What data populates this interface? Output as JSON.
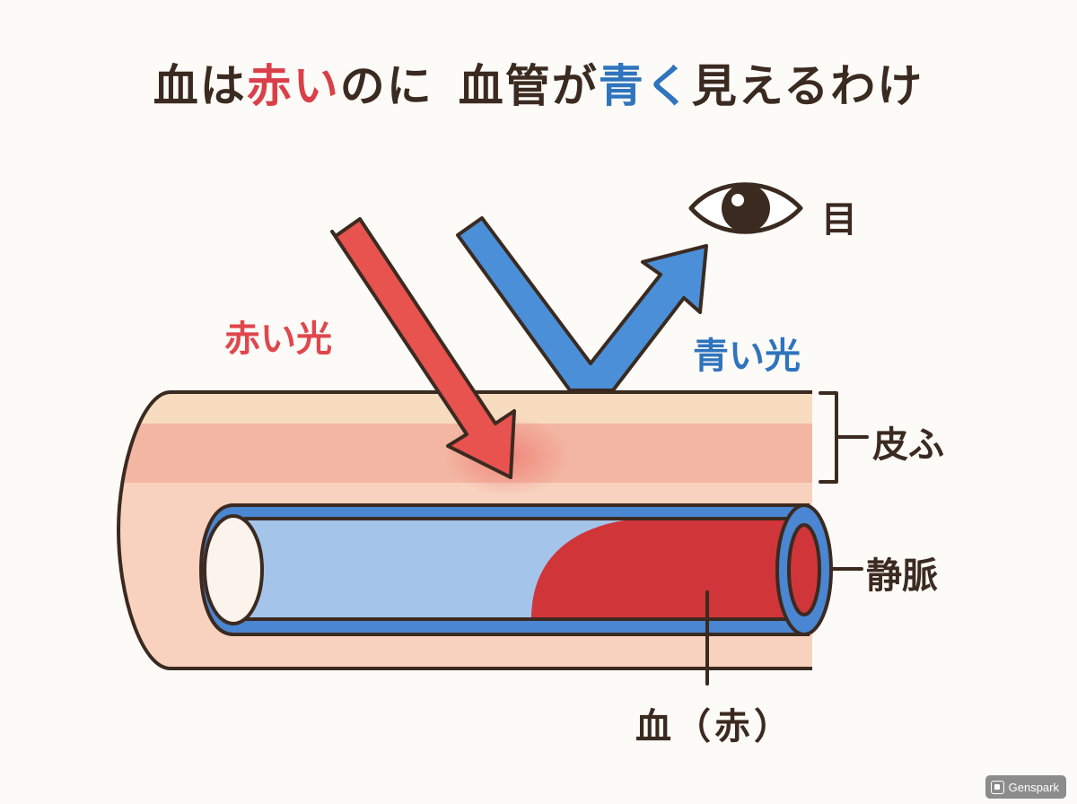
{
  "title": {
    "part1": "血は",
    "part1_red": "赤い",
    "part2": "のに",
    "part3": "血管が",
    "part3_blue": "青く",
    "part4": "見えるわけ"
  },
  "labels": {
    "red_light": "赤い光",
    "blue_light": "青い光",
    "eye": "目",
    "skin": "皮ふ",
    "vein": "静脈",
    "blood": "血（赤）"
  },
  "colors": {
    "red_text": "#e0474d",
    "blue_text": "#2f74bd",
    "red_arrow": "#e8524f",
    "blue_arrow": "#4a8fd8",
    "outline": "#3b2a20",
    "skin_top": "#f8dcc0",
    "skin_band": "#f3b6a2",
    "skin_body": "#f8d2bf",
    "vein_wall": "#4a86d2",
    "vein_inner": "#a4c4ea",
    "blood": "#d0353a"
  },
  "icons": [
    "eye-icon",
    "brand-icon"
  ],
  "brand": {
    "name": "Genspark"
  }
}
